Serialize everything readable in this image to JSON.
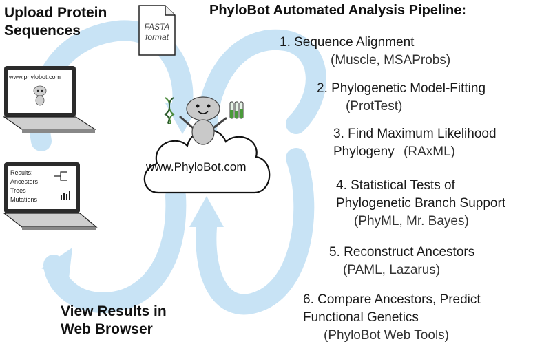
{
  "upload": {
    "line1": "Upload Protein",
    "line2": "Sequences"
  },
  "fasta": {
    "line1": "FASTA",
    "line2": "format"
  },
  "laptop_top": {
    "url": "www.phylobot.com"
  },
  "laptop_bottom": {
    "heading": "Results:",
    "items": [
      "Ancestors",
      "Trees",
      "Mutations"
    ]
  },
  "cloud": {
    "url": "www.PhyloBot.com"
  },
  "view": {
    "line1": "View Results in",
    "line2": "Web Browser"
  },
  "pipeline": {
    "title": "PhyloBot Automated Analysis Pipeline:",
    "steps": [
      {
        "line1": "1. Sequence Alignment",
        "tools": "(Muscle, MSAProbs)"
      },
      {
        "line1": "2. Phylogenetic Model-Fitting",
        "tools": "(ProtTest)"
      },
      {
        "line1": "3. Find Maximum Likelihood",
        "line2": "Phylogeny",
        "tools": "(RAxML)"
      },
      {
        "line1": "4. Statistical Tests of",
        "line2": "Phylogenetic Branch Support",
        "tools": "(PhyML, Mr. Bayes)"
      },
      {
        "line1": "5. Reconstruct Ancestors",
        "tools": "(PAML, Lazarus)"
      },
      {
        "line1": "6. Compare Ancestors, Predict",
        "line2": "Functional Genetics",
        "tools": "(PhyloBot Web Tools)"
      }
    ]
  },
  "colors": {
    "arrow": "#c8e3f5",
    "cloud_fill": "#ffffff",
    "cloud_stroke": "#111111",
    "robot": "#c9c9c9"
  }
}
